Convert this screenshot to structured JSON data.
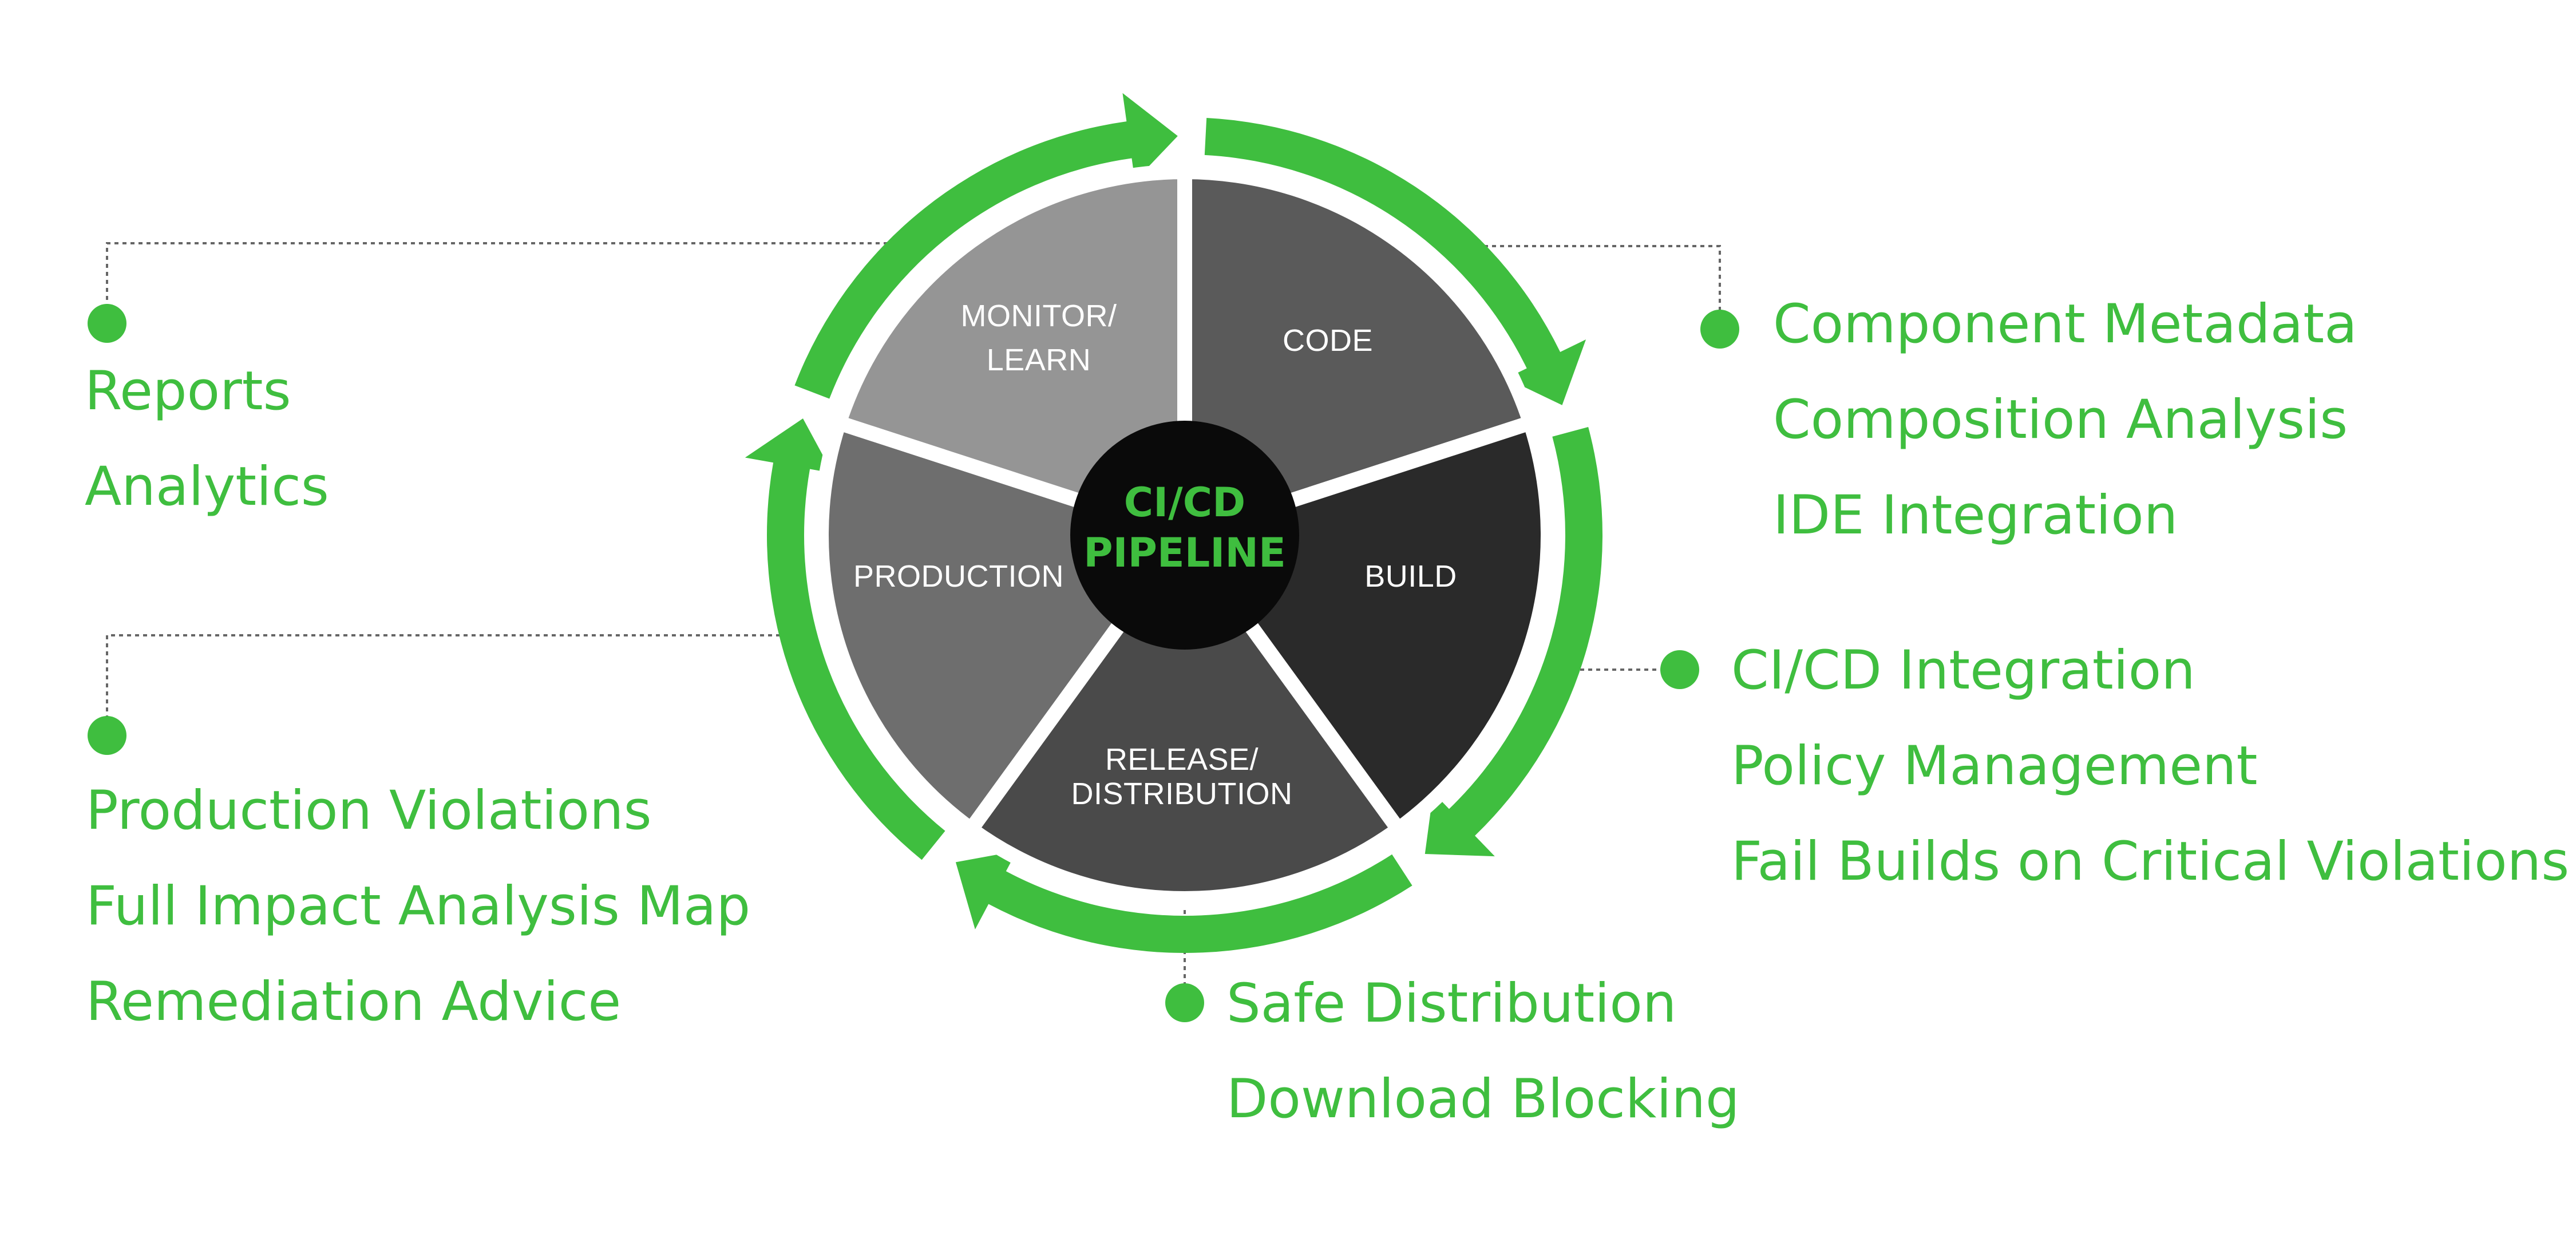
{
  "colors": {
    "accent": "#3fbe3f",
    "hub": "#0a0a0a",
    "segment_light": "#959595",
    "segment_mid": "#5a5a5a",
    "segment_dark": "#2a2a2a"
  },
  "hub": {
    "line1": "CI/CD",
    "line2": "PIPELINE"
  },
  "stages": [
    {
      "name": "code",
      "label_lines": [
        "CODE"
      ],
      "color": "#5a5a5a"
    },
    {
      "name": "build",
      "label_lines": [
        "BUILD"
      ],
      "color": "#2a2a2a"
    },
    {
      "name": "release",
      "label_lines": [
        "RELEASE/",
        "DISTRIBUTION"
      ],
      "color": "#4a4a4a"
    },
    {
      "name": "production",
      "label_lines": [
        "PRODUCTION"
      ],
      "color": "#6e6e6e"
    },
    {
      "name": "monitor",
      "label_lines": [
        "MONITOR/",
        "LEARN"
      ],
      "color": "#959595"
    }
  ],
  "callouts": {
    "monitor": [
      "Reports",
      "Analytics"
    ],
    "code": [
      "Component Metadata",
      "Composition Analysis",
      "IDE Integration"
    ],
    "build": [
      "CI/CD Integration",
      "Policy Management",
      "Fail Builds on Critical Violations"
    ],
    "production": [
      "Production Violations",
      "Full Impact Analysis Map",
      "Remediation Advice"
    ],
    "release": [
      "Safe Distribution",
      "Download Blocking"
    ]
  }
}
